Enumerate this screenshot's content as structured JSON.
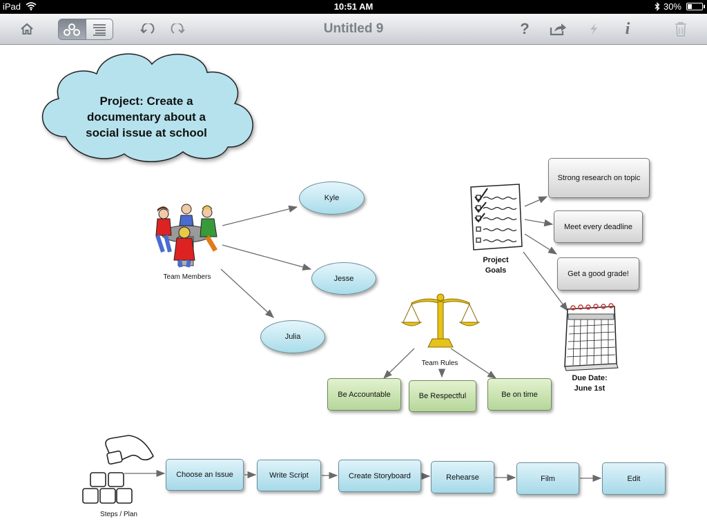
{
  "status": {
    "device": "iPad",
    "time": "10:51 AM",
    "battery": "30%",
    "battery_level": 0.3
  },
  "toolbar": {
    "title": "Untitled 9",
    "icons": [
      "home-icon",
      "map-view-icon",
      "outline-view-icon",
      "undo-icon",
      "redo-icon",
      "help-icon",
      "share-icon",
      "lightning-icon",
      "info-icon",
      "trash-icon"
    ],
    "help_glyph": "?",
    "info_glyph": "i"
  },
  "map": {
    "project": [
      "Project: Create a",
      "documentary about a",
      "social issue at school"
    ],
    "team_members": {
      "label": "Team Members",
      "members": [
        "Kyle",
        "Jesse",
        "Julia"
      ]
    },
    "goals": {
      "label": [
        "Project",
        "Goals"
      ],
      "items": [
        "Strong research on topic",
        "Meet every deadline",
        "Get a good grade!"
      ]
    },
    "due_date": [
      "Due Date:",
      "June 1st"
    ],
    "rules": {
      "label": "Team Rules",
      "items": [
        "Be Accountable",
        "Be Respectful",
        "Be on time"
      ]
    },
    "steps": {
      "label": "Steps / Plan",
      "items": [
        "Choose an Issue",
        "Write Script",
        "Create Storyboard",
        "Rehearse",
        "Film",
        "Edit"
      ]
    }
  },
  "colors": {
    "ellipse": "#a9dcea",
    "rule_box": "#b5d69a",
    "step_box": "#a6d9e8",
    "goal_box": "#d3d3d3",
    "toolbar": "#c9cdd2"
  }
}
